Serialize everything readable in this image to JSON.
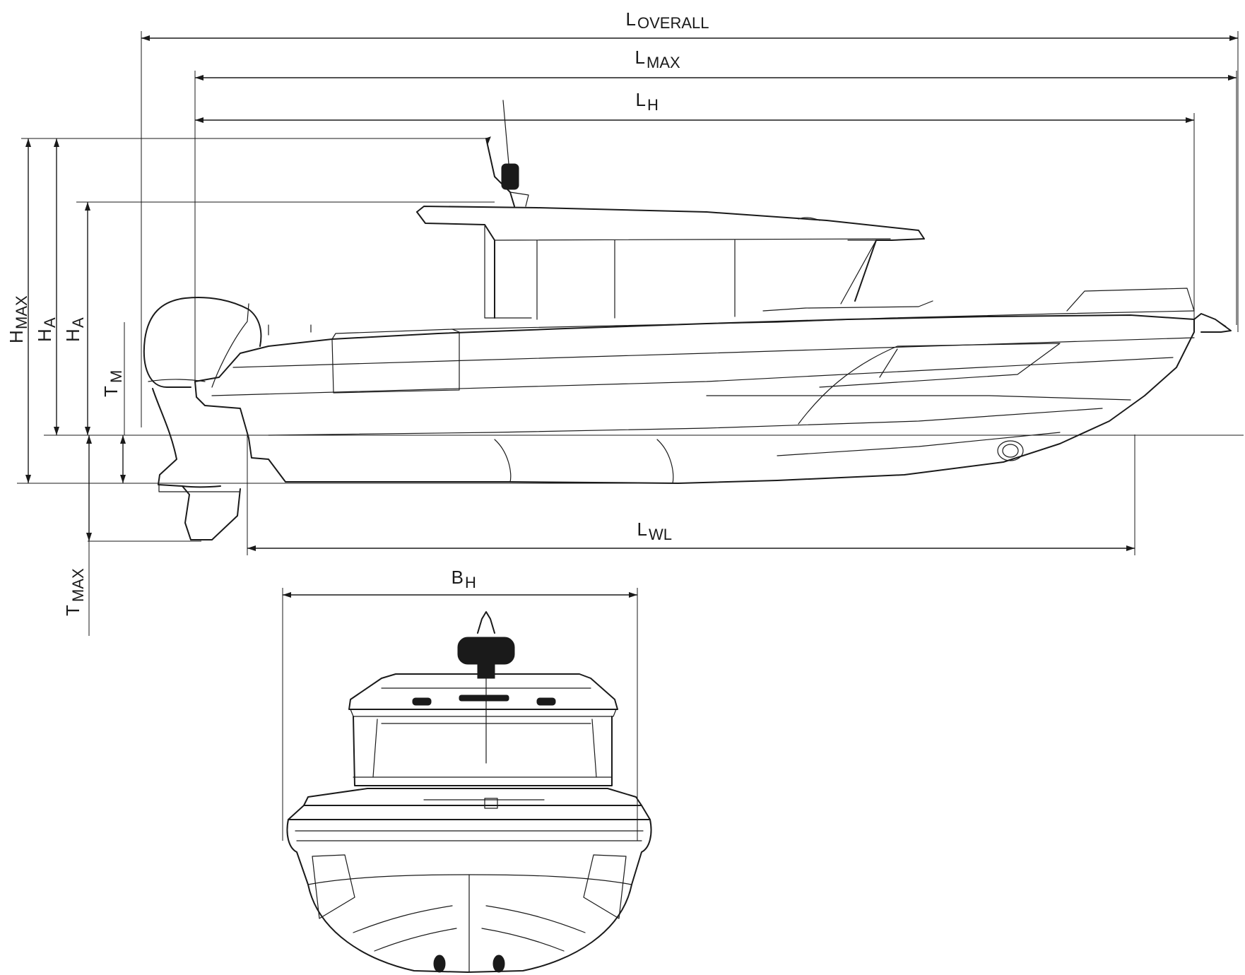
{
  "dimensions": {
    "l_overall": {
      "main": "L",
      "sub": "OVERALL"
    },
    "l_max": {
      "main": "L",
      "sub": "MAX"
    },
    "l_h": {
      "main": "L",
      "sub": "H"
    },
    "l_wl": {
      "main": "L",
      "sub": "WL"
    },
    "b_h": {
      "main": "B",
      "sub": "H"
    },
    "h_max": {
      "main": "H",
      "sub": "MAX"
    },
    "h_a_1": {
      "main": "H",
      "sub": "A"
    },
    "h_a_2": {
      "main": "H",
      "sub": "A"
    },
    "t_m": {
      "main": "T",
      "sub": "M"
    },
    "t_max": {
      "main": "T",
      "sub": "MAX"
    }
  },
  "colors": {
    "line": "#1a1a1a",
    "background": "#ffffff"
  }
}
